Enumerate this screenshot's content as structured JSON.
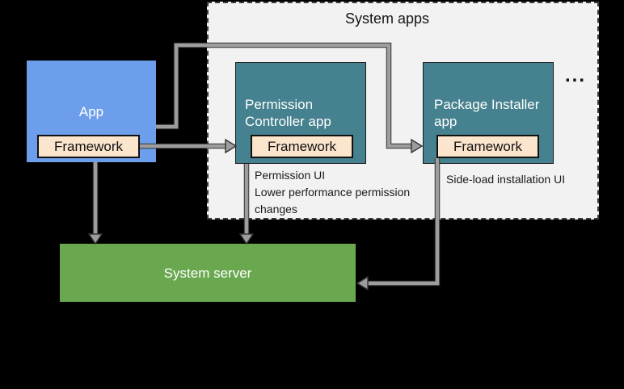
{
  "palette": {
    "background": "#000000",
    "app_blue": "#6d9eeb",
    "system_app_teal": "#45818e",
    "server_green": "#6aa84f",
    "framework_peach": "#fce5cd",
    "container_gray": "#f2f2f2",
    "arrow_gray": "#9d9d9d"
  },
  "app": {
    "label": "App",
    "framework_label": "Framework"
  },
  "system_apps": {
    "title": "System apps",
    "overflow_indicator": "...",
    "permission_controller": {
      "label": "Permission Controller app",
      "framework_label": "Framework",
      "note": "Permission UI\nLower performance permission changes"
    },
    "package_installer": {
      "label": "Package Installer app",
      "framework_label": "Framework",
      "note": "Side-load installation UI"
    }
  },
  "system_server": {
    "label": "System server"
  }
}
